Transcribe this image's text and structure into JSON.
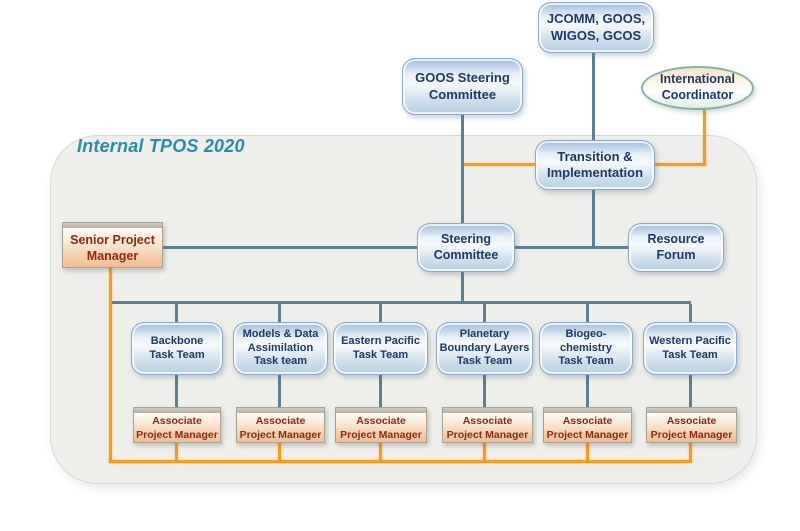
{
  "frame": {
    "label": "Internal TPOS 2020"
  },
  "nodes": {
    "jcomm": "JCOMM, GOOS,\nWIGOS, GCOS",
    "goos_steering": "GOOS Steering\nCommittee",
    "international_coordinator": "International\nCoordinator",
    "transition": "Transition &\nImplementation",
    "senior_project_manager": "Senior Project\nManager",
    "steering_committee": "Steering\nCommittee",
    "resource_forum": "Resource\nForum"
  },
  "columns": [
    {
      "team": "Backbone\nTask Team",
      "manager": "Associate\nProject Manager"
    },
    {
      "team": "Models & Data\nAssimilation\nTask team",
      "manager": "Associate\nProject Manager"
    },
    {
      "team": "Eastern Pacific\nTask Team",
      "manager": "Associate\nProject Manager"
    },
    {
      "team": "Planetary\nBoundary Layers\nTask Team",
      "manager": "Associate\nProject Manager"
    },
    {
      "team": "Biogeo-\nchemistry\nTask Team",
      "manager": "Associate\nProject Manager"
    },
    {
      "team": "Western Pacific\nTask Team",
      "manager": "Associate\nProject Manager"
    }
  ],
  "colors": {
    "connector_slate": "#5E7F8F",
    "connector_orange": "#F79B1E",
    "node_text_navy": "#1F3864",
    "manager_text_red": "#8C2A12",
    "frame_label_teal": "#2B8BAB",
    "ellipse_border_teal": "#80B3A6"
  }
}
